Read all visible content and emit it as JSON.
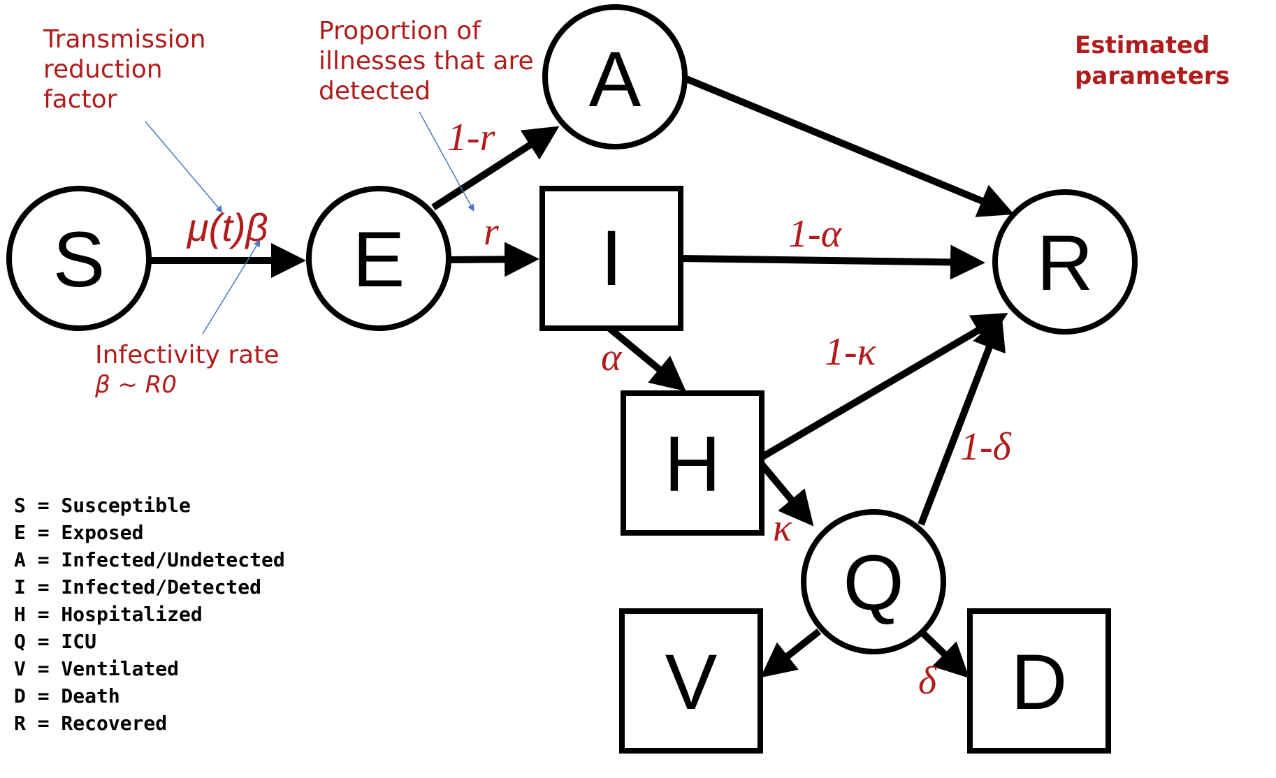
{
  "nodes": {
    "S": "S",
    "E": "E",
    "A": "A",
    "I": "I",
    "R": "R",
    "H": "H",
    "Q": "Q",
    "V": "V",
    "D": "D"
  },
  "edges": {
    "s_to_e": "μ(t)β",
    "e_to_a": "1-r",
    "e_to_i": "r",
    "i_to_r": "1-α",
    "i_to_h": "α",
    "h_to_r": "1-κ",
    "h_to_q": "κ",
    "q_to_r": "1-δ",
    "q_to_d": "δ"
  },
  "annotations": {
    "transmission_reduction": [
      "Transmission",
      "reduction",
      "factor"
    ],
    "proportion_detected": [
      "Proportion of",
      "illnesses that are",
      "detected"
    ],
    "infectivity_rate": "Infectivity rate",
    "infectivity_formula": "β ~ R0",
    "estimated_parameters": [
      "Estimated",
      "parameters"
    ]
  },
  "legend": [
    "S = Susceptible",
    "E = Exposed",
    "A = Infected/Undetected",
    "I = Infected/Detected",
    "H = Hospitalized",
    "Q = ICU",
    "V = Ventilated",
    "D = Death",
    "R = Recovered"
  ],
  "colors": {
    "annotation": "#b01c1c",
    "pointer": "#4a78c2",
    "stroke": "#000000"
  }
}
